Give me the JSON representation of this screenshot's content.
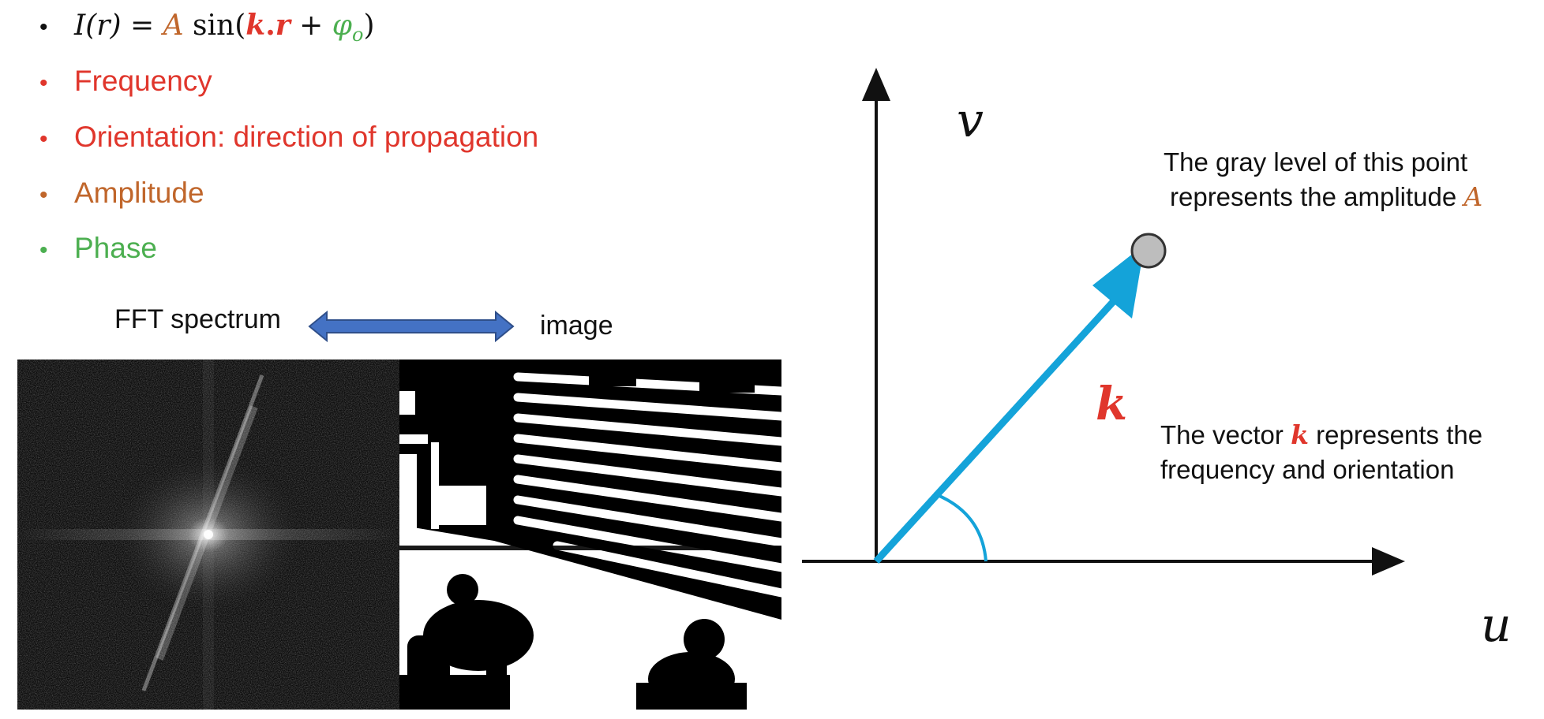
{
  "bullets": {
    "formula": {
      "lhs": "I(r) = ",
      "amp": "A",
      "sin": " sin(",
      "k": "k",
      "dot": ".",
      "r": "r",
      "plus": " + ",
      "phi": "φ",
      "phi_sub": "o",
      "close": ")"
    },
    "items": [
      {
        "label": "Frequency",
        "color": "#e0362c"
      },
      {
        "label": "Orientation: direction of propagation",
        "color": "#e0362c"
      },
      {
        "label": "Amplitude",
        "color": "#c0662b"
      },
      {
        "label": "Phase",
        "color": "#4caf50"
      }
    ]
  },
  "images": {
    "fft_label": "FFT spectrum",
    "image_label": "image",
    "arrow_color": "#4472c4"
  },
  "diagram": {
    "v_label": "v",
    "u_label": "u",
    "k_label": "k",
    "gray_note_line1": "The gray level of this point",
    "gray_note_line2": "represents the amplitude ",
    "gray_note_symbol": "A",
    "vector_note_pre": "The vector ",
    "vector_note_symbol": "k",
    "vector_note_post": " represents the",
    "vector_note_line2": "frequency and orientation",
    "vector_color": "#14a3d9",
    "point_color": "#bdbdbd"
  }
}
